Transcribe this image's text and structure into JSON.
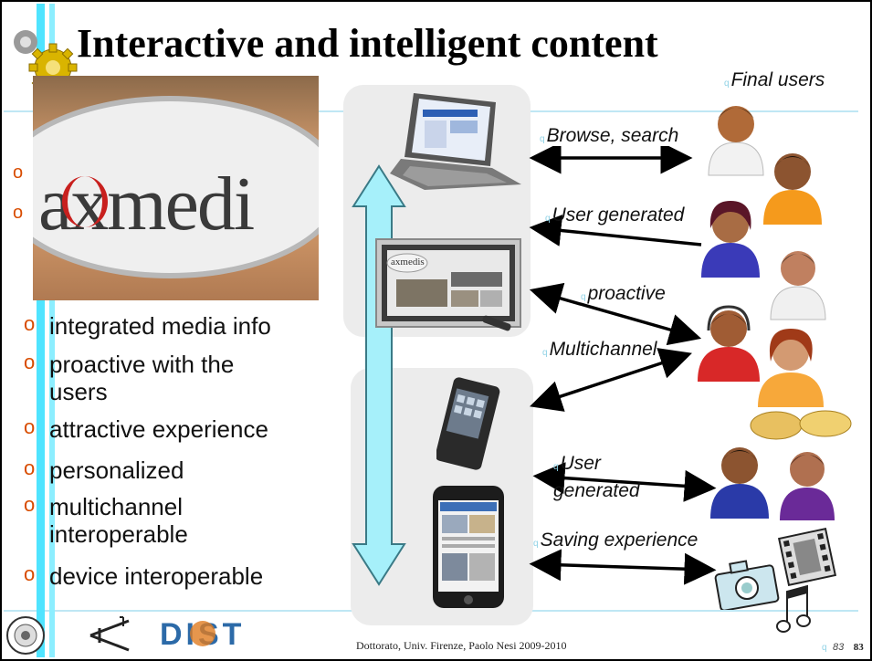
{
  "slide": {
    "title": "Interactive and intelligent content",
    "bullets": [
      "integrated media info",
      "proactive with the users",
      "attractive experience",
      "personalized",
      "multichannel interoperable",
      "device interoperable"
    ],
    "hidden_bullet_marks": [
      "o",
      "o"
    ],
    "logo_text": "axmedi"
  },
  "diagram": {
    "final_users": "Final users",
    "browse_search": "Browse, search",
    "user_generated_1": "User generated",
    "proactive": "proactive",
    "multichannel": "Multichannel",
    "user_generated_2": "User generated",
    "saving_experience": "Saving experience",
    "tv_logo": "axmedis",
    "q_mark": "q"
  },
  "footer": {
    "text": "Dottorato, Univ. Firenze, Paolo Nesi 2009-2010",
    "page_italic": "83",
    "page_bold": "83",
    "dist_logo": "DIST",
    "q_mark": "q"
  },
  "colors": {
    "accent_cyan": "#4fe4ff",
    "bullet_orange": "#d84c00",
    "rule_light": "#bfe7f4"
  },
  "icons": [
    "gear-icon",
    "laptop-icon",
    "tv-icon",
    "smartphone-icon",
    "iphone-icon",
    "user-icon",
    "film-icon",
    "camera-icon",
    "music-note-icon",
    "university-seal-icon",
    "dist-logo-icon"
  ]
}
